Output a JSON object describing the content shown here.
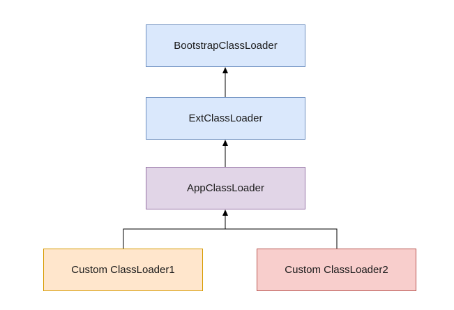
{
  "diagram": {
    "nodes": [
      {
        "id": "bootstrap",
        "label": "BootstrapClassLoader",
        "fill": "#dae8fc",
        "stroke": "#6c8ebf"
      },
      {
        "id": "ext",
        "label": "ExtClassLoader",
        "fill": "#dae8fc",
        "stroke": "#6c8ebf"
      },
      {
        "id": "app",
        "label": "AppClassLoader",
        "fill": "#e1d5e7",
        "stroke": "#9673a6"
      },
      {
        "id": "custom1",
        "label": "Custom ClassLoader1",
        "fill": "#ffe6cc",
        "stroke": "#d79b00"
      },
      {
        "id": "custom2",
        "label": "Custom ClassLoader2",
        "fill": "#f8cecc",
        "stroke": "#b85450"
      }
    ],
    "edges": [
      {
        "from": "ext",
        "to": "bootstrap"
      },
      {
        "from": "app",
        "to": "ext"
      },
      {
        "from": "custom1",
        "to": "app"
      },
      {
        "from": "custom2",
        "to": "app"
      }
    ],
    "line_color": "#000000"
  }
}
